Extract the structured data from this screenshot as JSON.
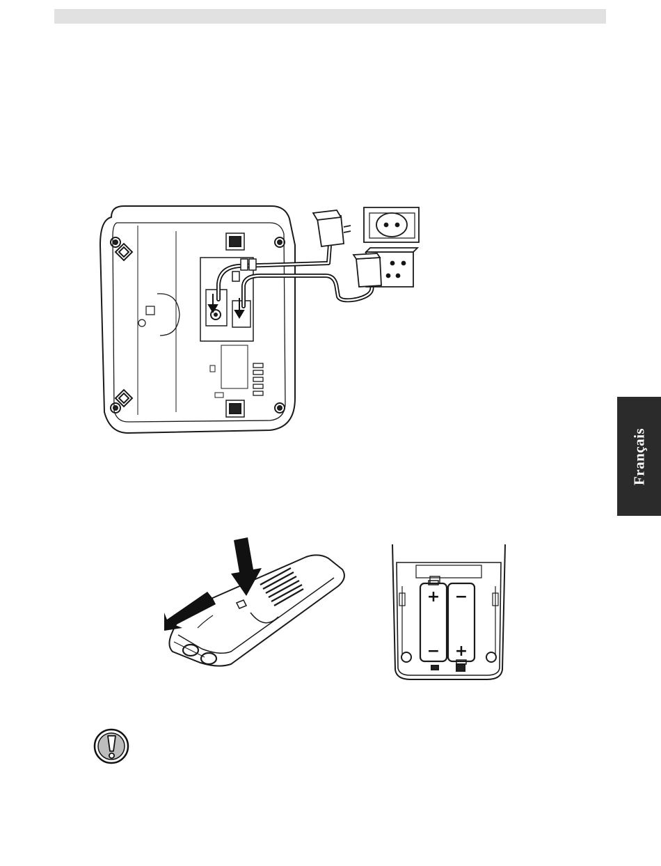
{
  "side_tab": {
    "language_label": "Français"
  },
  "figures": {
    "base_station": {
      "icon": "base-station-connection-diagram"
    },
    "handset_cover": {
      "icon": "handset-battery-cover-diagram"
    },
    "battery_compartment": {
      "icon": "battery-compartment-diagram",
      "left_cell": {
        "top": "+",
        "bottom": "−"
      },
      "right_cell": {
        "top": "−",
        "bottom": "+"
      }
    }
  },
  "warning": {
    "icon": "warning-exclamation-icon"
  }
}
